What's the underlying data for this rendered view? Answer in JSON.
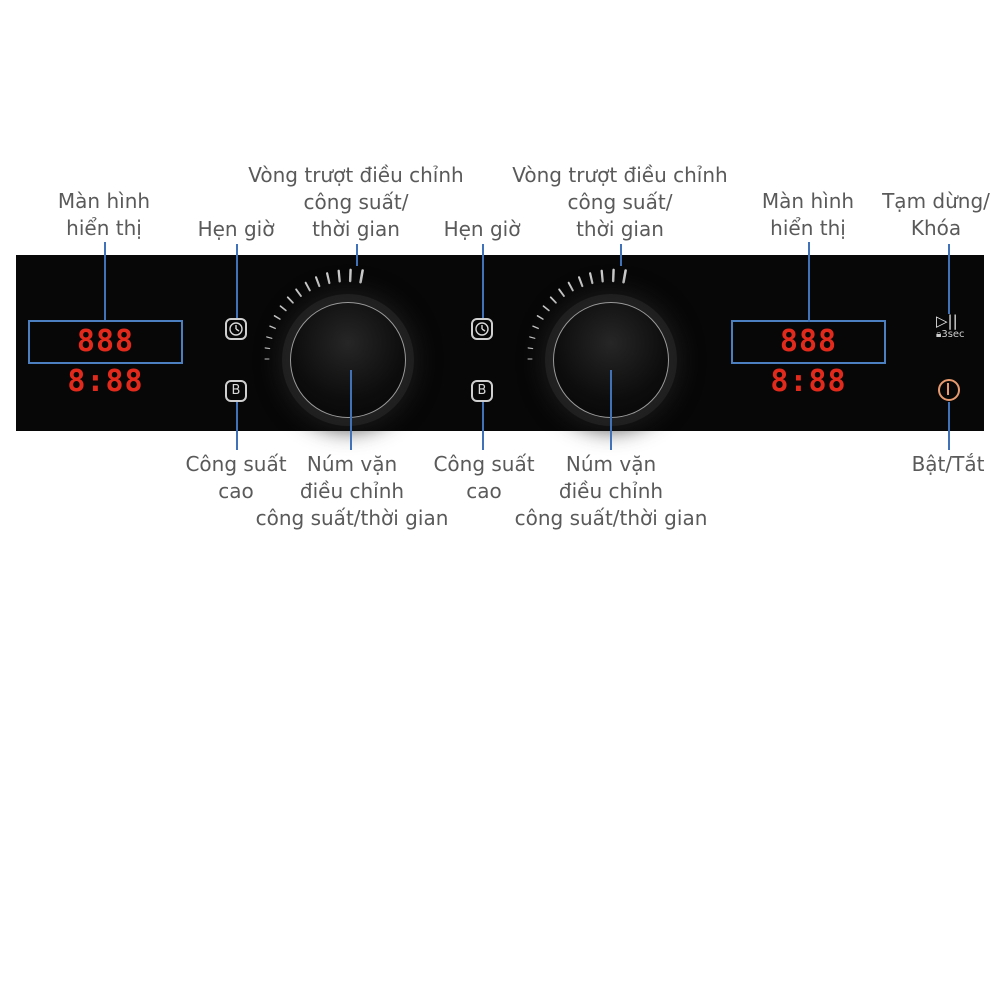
{
  "labels": {
    "display_left": [
      "Màn hình",
      "hiển thị"
    ],
    "timer_left": "Hẹn giờ",
    "slider_left": [
      "Vòng trượt điều chỉnh",
      "công suất/",
      "thời gian"
    ],
    "timer_right": "Hẹn giờ",
    "slider_right": [
      "Vòng trượt điều chỉnh",
      "công suất/",
      "thời gian"
    ],
    "display_right": [
      "Màn hình",
      "hiển thị"
    ],
    "pause_lock": [
      "Tạm dừng/",
      "Khóa"
    ],
    "boost_left": [
      "Công suất",
      "cao"
    ],
    "knob_left": [
      "Núm vặn",
      "điều chỉnh",
      "công suất/thời gian"
    ],
    "boost_right": [
      "Công suất",
      "cao"
    ],
    "knob_right": [
      "Núm vặn",
      "điều chỉnh",
      "công suất/thời gian"
    ],
    "power": "Bật/Tắt"
  },
  "panel": {
    "display_left": "888 8:88",
    "display_right": "888 8:88",
    "timer_icon": "clock-icon",
    "boost_icon": "B",
    "pause_symbol": "▷||",
    "lock_hint": "3sec"
  },
  "colors": {
    "panel": "#070707",
    "lcd": "#e12a1c",
    "leader_line": "#3f72b8",
    "power_button": "#e89a6e",
    "label_text": "#5a5a5a"
  }
}
